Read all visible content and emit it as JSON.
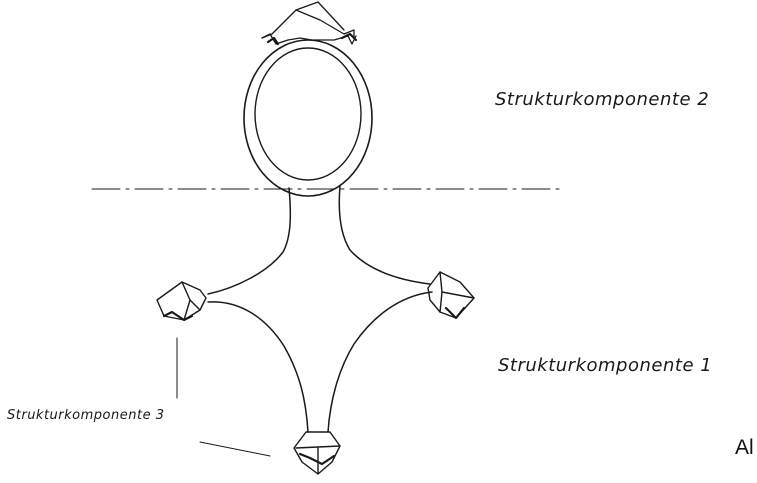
{
  "labels": {
    "component_2": "Strukturkomponente  2",
    "component_1": "Strukturkomponente  1",
    "component_3": "Strukturkomponente  3",
    "cut_off_text": "Al"
  },
  "colors": {
    "ink": "#1a1a1a",
    "background": "#ffffff"
  }
}
